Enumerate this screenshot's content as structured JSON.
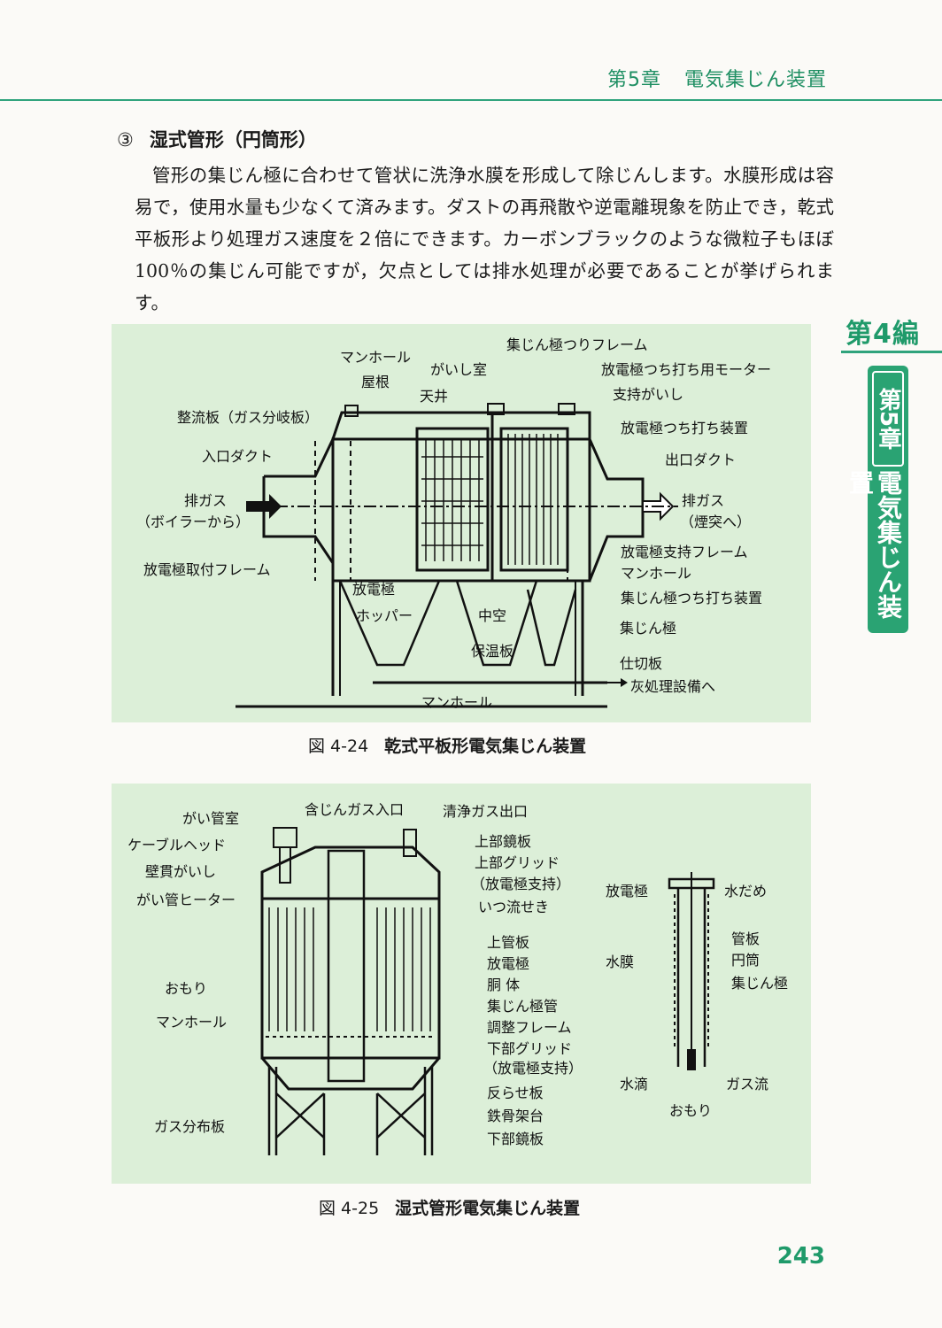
{
  "header": {
    "chapter_number": "第5章",
    "chapter_title": "電気集じん装置"
  },
  "side": {
    "part": "第4編",
    "chapter_number": "第5章",
    "chapter_title": "電気集じん装置"
  },
  "section": {
    "number": "③",
    "title": "湿式管形（円筒形）"
  },
  "body": {
    "paragraph": "管形の集じん極に合わせて管状に洗浄水膜を形成して除じんします。水膜形成は容易で，使用水量も少なくて済みます。ダストの再飛散や逆電離現象を防止でき，乾式平板形より処理ガス速度を２倍にできます。カーボンブラックのような微粒子もほぼ 100％の集じん可能ですが，欠点としては排水処理が必要であることが挙げられます。"
  },
  "figure1": {
    "caption_number": "図 4-24",
    "caption_title": "乾式平板形電気集じん装置",
    "labels": {
      "manhole_top": "マンホール",
      "roof": "屋根",
      "insulator_room": "がいし室",
      "ceiling": "天井",
      "collector_frame": "集じん極つりフレーム",
      "hammer_motor": "放電極つち打ち用モーター",
      "support_insulator": "支持がいし",
      "discharge_hammer": "放電極つち打ち装置",
      "flow_plate": "整流板（ガス分岐板）",
      "inlet_duct": "入口ダクト",
      "outlet_duct": "出口ダクト",
      "gas_in": "排ガス",
      "gas_in_sub": "（ボイラーから）",
      "gas_out": "排ガス",
      "gas_out_sub": "（煙突へ）",
      "discharge_support": "放電極支持フレーム",
      "manhole_side": "マンホール",
      "collector_hammer": "集じん極つち打ち装置",
      "discharge_mount": "放電極取付フレーム",
      "discharge_electrode": "放電極",
      "hopper": "ホッパー",
      "hollow": "中空",
      "collector_electrode": "集じん極",
      "insulation_plate": "保温板",
      "partition": "仕切板",
      "manhole_bottom": "マンホール",
      "ash_to": "灰処理設備へ"
    }
  },
  "figure2": {
    "caption_number": "図 4-25",
    "caption_title": "湿式管形電気集じん装置",
    "labels": {
      "insulator_room": "がい管室",
      "cable_head": "ケーブルヘッド",
      "wall_insulator": "壁貫がいし",
      "heater": "がい管ヒーター",
      "gas_inlet": "含じんガス入口",
      "gas_outlet": "清浄ガス出口",
      "upper_mirror": "上部鏡板",
      "upper_grid": "上部グリッド",
      "upper_grid_sub": "（放電極支持）",
      "overflow_weir": "いつ流せき",
      "weight": "おもり",
      "manhole": "マンホール",
      "upper_tube_plate": "上管板",
      "discharge_electrode": "放電極",
      "body": "胴 体",
      "collector_tube": "集じん極管",
      "adjust_frame": "調整フレーム",
      "lower_grid": "下部グリッド",
      "lower_grid_sub": "（放電極支持）",
      "gas_dist": "ガス分布板",
      "deflector": "反らせ板",
      "steel_frame": "鉄骨架台",
      "lower_mirror": "下部鏡板",
      "d_discharge": "放電極",
      "d_water_pool": "水だめ",
      "d_tube_plate": "管板",
      "d_cylinder": "円筒",
      "d_collector": "集じん極",
      "d_water_film": "水膜",
      "d_water_drop": "水滴",
      "d_gas_flow": "ガス流",
      "d_weight": "おもり"
    }
  },
  "page_number": "243"
}
